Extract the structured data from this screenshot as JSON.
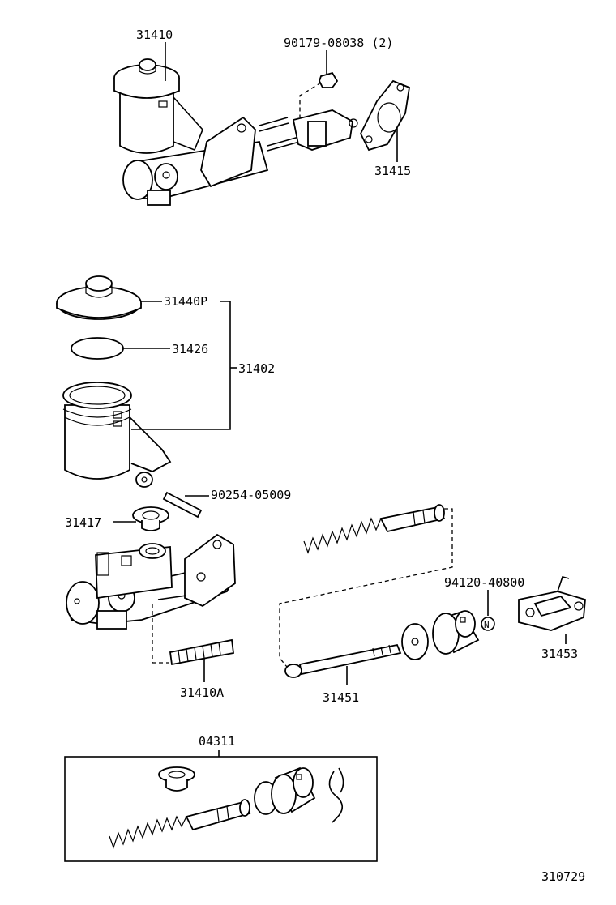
{
  "labels": {
    "p31410": "31410",
    "p90179": "90179-08038 (2)",
    "p31415": "31415",
    "p31440p": "31440P",
    "p31426": "31426",
    "p31402": "31402",
    "p90254": "90254-05009",
    "p31417": "31417",
    "p31410a": "31410A",
    "p31451": "31451",
    "p94120": "94120-40800",
    "p31453": "31453",
    "p04311": "04311",
    "diagram_id": "310729"
  },
  "icons": [
    "nut-symbol-icon"
  ]
}
